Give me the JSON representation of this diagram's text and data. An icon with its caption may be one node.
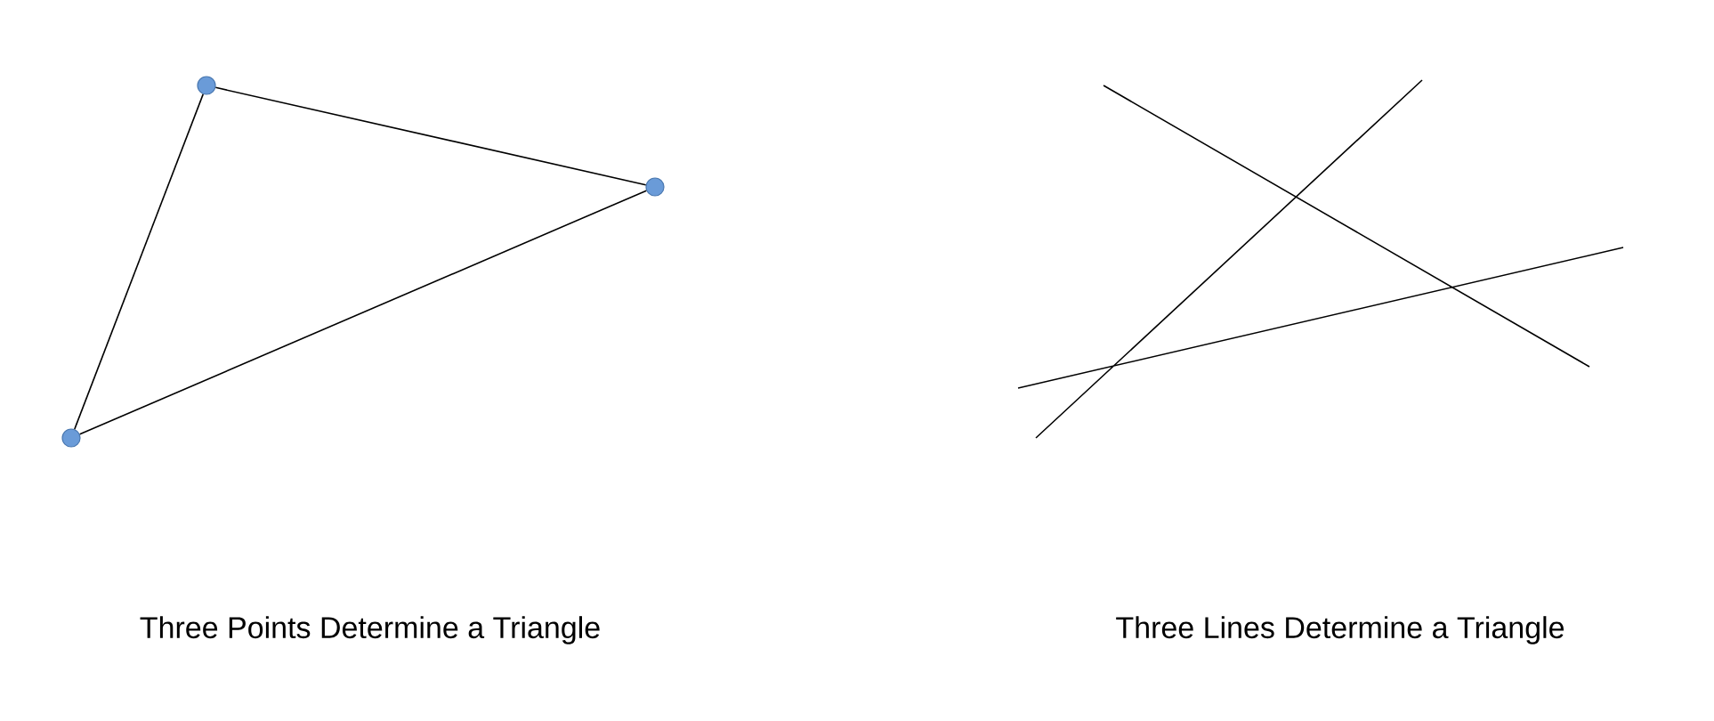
{
  "diagram": {
    "nodes": [
      {
        "text": [],
        "shape": "circle"
      },
      {
        "text": [],
        "shape": "circle"
      },
      {
        "text": [],
        "shape": "circle"
      }
    ],
    "edges": [
      {
        "from": 0,
        "to": 1,
        "arrow": "none"
      },
      {
        "from": 1,
        "to": 2,
        "arrow": "none"
      },
      {
        "from": 2,
        "to": 0,
        "arrow": "none"
      }
    ],
    "labels": [
      "Three Points Determine a Triangle",
      "Three Lines Determine a Triangle"
    ]
  }
}
